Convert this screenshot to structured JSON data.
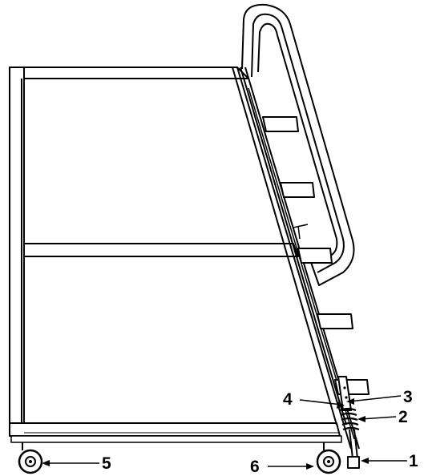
{
  "callouts": [
    {
      "id": "1",
      "label": "1"
    },
    {
      "id": "2",
      "label": "2"
    },
    {
      "id": "3",
      "label": "3"
    },
    {
      "id": "4",
      "label": "4"
    },
    {
      "id": "5",
      "label": "5"
    },
    {
      "id": "6",
      "label": "6"
    }
  ],
  "colors": {
    "line": "#000000",
    "fill": "#ffffff",
    "shade": "#e8e8e8"
  }
}
